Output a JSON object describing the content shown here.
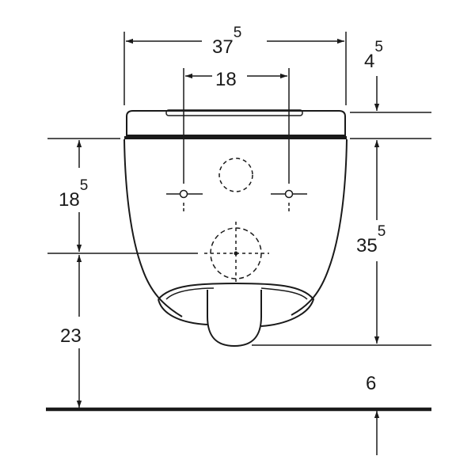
{
  "diagram": {
    "top_width": {
      "main": "37",
      "sup": "5"
    },
    "hole_spacing": {
      "main": "18"
    },
    "lid_gap": {
      "main": "4",
      "sup": "5"
    },
    "fixing_height": {
      "main": "18",
      "sup": "5"
    },
    "bowl_height": {
      "main": "35",
      "sup": "5"
    },
    "outlet_height": {
      "main": "23"
    },
    "floor_gap": {
      "main": "6"
    },
    "colors": {
      "line": "#1a1a1a",
      "background": "#ffffff"
    }
  }
}
